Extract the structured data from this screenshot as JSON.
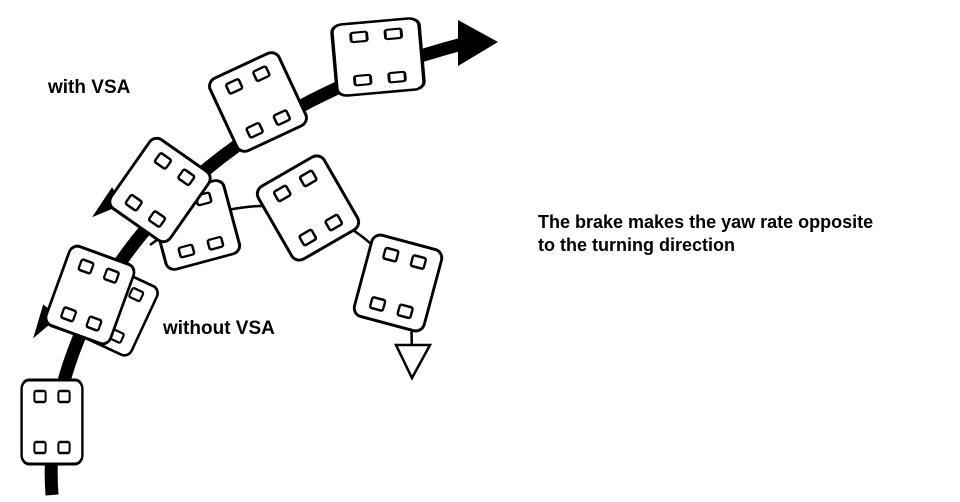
{
  "labels": {
    "with_vsa": "with VSA",
    "without_vsa": "without VSA",
    "description_line1": "The brake makes the yaw rate opposite",
    "description_line2": "to the turning direction"
  },
  "colors": {
    "ink": "#000000",
    "background": "#ffffff"
  }
}
